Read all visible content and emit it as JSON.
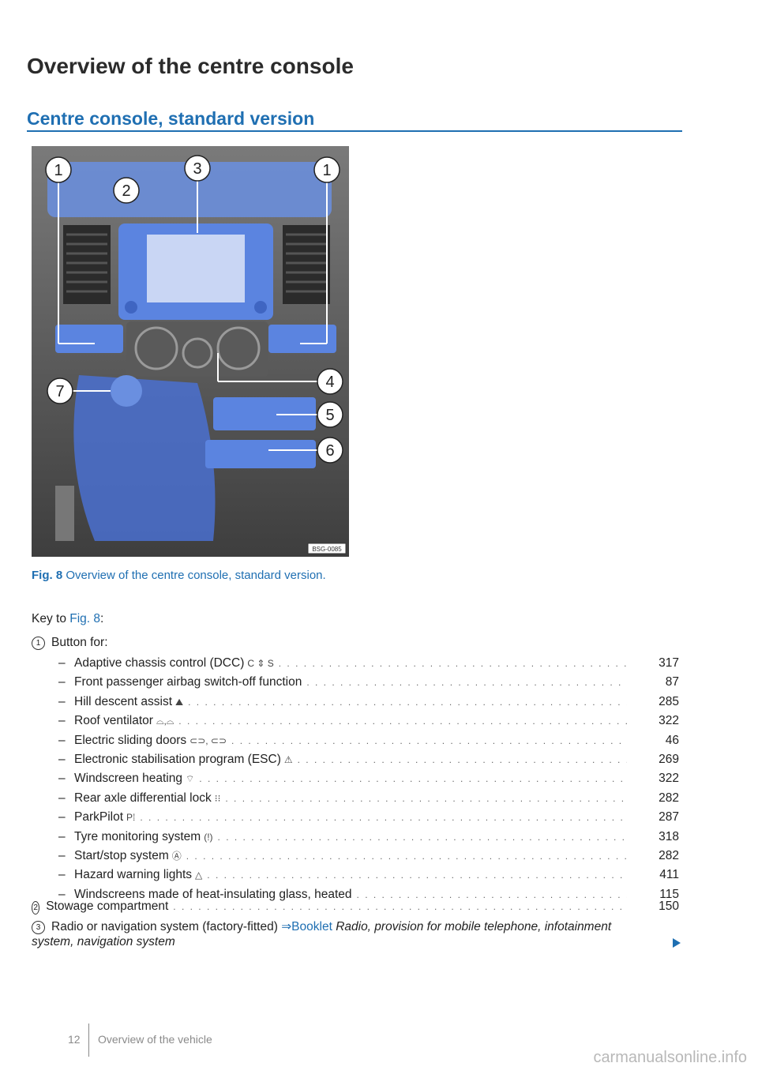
{
  "page": {
    "title": "Overview of the centre console",
    "section_title": "Centre console, standard version"
  },
  "figure": {
    "code": "BSG-0085",
    "callouts": [
      "1",
      "2",
      "3",
      "1",
      "4",
      "5",
      "6",
      "7"
    ],
    "caption_label": "Fig. 8",
    "caption_text": "Overview of the centre console, standard version."
  },
  "key": {
    "intro_prefix": "Key to ",
    "intro_ref": "Fig. 8",
    "intro_suffix": ":",
    "item1": {
      "num": "1",
      "label": "Button for:"
    },
    "sub_items": [
      {
        "label": "Adaptive chassis control (DCC)",
        "symbol": "C ⇕ S",
        "page": "317"
      },
      {
        "label": "Front passenger airbag switch-off function",
        "symbol": "",
        "page": "87"
      },
      {
        "label": "Hill descent assist",
        "symbol": "⛰",
        "page": "285"
      },
      {
        "label": "Roof ventilator",
        "symbol": "⌓,⌓",
        "page": "322"
      },
      {
        "label": "Electric sliding doors",
        "symbol": "⊂⊃, ⊂⊃",
        "page": "46"
      },
      {
        "label": "Electronic stabilisation program (ESC)",
        "symbol": "⚠",
        "page": "269"
      },
      {
        "label": "Windscreen heating",
        "symbol": "⌔",
        "page": "322"
      },
      {
        "label": "Rear axle differential lock",
        "symbol": "⁝⁝",
        "page": "282"
      },
      {
        "label": "ParkPilot",
        "symbol": "P⁞",
        "page": "287"
      },
      {
        "label": "Tyre monitoring system",
        "symbol": "(!)",
        "page": "318"
      },
      {
        "label": "Start/stop system",
        "symbol": "Ⓐ",
        "page": "282"
      },
      {
        "label": "Hazard warning lights",
        "symbol": "△",
        "page": "411"
      },
      {
        "label": "Windscreens made of heat-insulating glass, heated",
        "symbol": "",
        "page": "115"
      }
    ],
    "item2": {
      "num": "2",
      "label": "Stowage compartment",
      "page": "150"
    },
    "item3": {
      "num": "3",
      "label": "Radio or navigation system (factory-fitted)",
      "link_text": "⇒Booklet",
      "italic_text": "Radio, provision for mobile telephone, infotainment system, navigation system"
    }
  },
  "footer": {
    "page_number": "12",
    "chapter": "Overview of the vehicle"
  },
  "watermark": "carmanualsonline.info",
  "colors": {
    "accent": "#1f6fb2",
    "highlight": "#4a78d8",
    "text": "#222222"
  }
}
